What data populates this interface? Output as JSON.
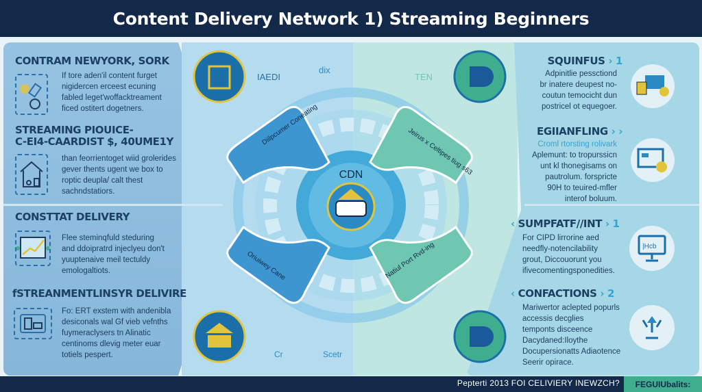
{
  "title": "Content Delivery Network 1) Streaming Beginners",
  "left": [
    {
      "heading": "CONTRAM NEWYORK, SORK",
      "body": [
        "If tore aden'il content furget",
        "nigidercen erceest ecuning",
        "fabled leget'woffacktreament",
        "ficed ostitert dogetners."
      ],
      "icon": "folder-icon"
    },
    {
      "heading": "STREAMING PIOUICE-",
      "heading2": "C-EI4-CAARDIST $, 40UME1Y",
      "body": [
        "than feorrientoget wiid grolerides",
        "gever thents ugent we box to",
        "roptic deupla/ calt thest",
        "sachndstatiors."
      ],
      "icon": "house-icon"
    },
    {
      "heading": "CONSTTAT DELIVERY",
      "body": [
        "Flee steminqfuld steduring",
        "and ddoipratrd injeclyeu don't",
        "yuuptenaive meil tectuldy",
        "emologaltiots."
      ],
      "icon": "chart-icon"
    },
    {
      "heading": "fSTREANMENTLINSYR DELIVIRE",
      "body": [
        "Fo: ERT exstem with andenibla",
        "desiconals wal Gf vieb vefnths",
        "fuymeraclysers tn Alinatic",
        "centinoms dlevig meter euar",
        "totiels pespert."
      ],
      "icon": "browser-icon"
    }
  ],
  "right": [
    {
      "heading": "SQUINFUS",
      "tag": "› 1",
      "body": [
        "Adpinitlie pessctiond",
        "br inatere deupest no-",
        "coutun temocicht dun",
        "postricel ot equegoer."
      ],
      "icon": "devices-icon"
    },
    {
      "heading": "EGIIANFLING",
      "tag": "› ›",
      "body": [
        "Croml rtorsting rolivark",
        "Aplemunt: to tropurssicn",
        "unt kl thonegisams on",
        "pautrolum. forsprictе",
        "90H to teuired-mfler",
        "interof boluum."
      ],
      "icon": "dashboard-icon"
    },
    {
      "heading": "SUMPFATF//INT",
      "tag": "› 1",
      "body": [
        "For CIPD lirrorine aed",
        "needfly-notencilability",
        "grout, Diccouorunt you",
        "ifivecomentingsponedities."
      ],
      "icon": "monitor-icon",
      "screen": "|Hcb"
    },
    {
      "heading": "CONFACTIONS",
      "tag": "› 2",
      "body": [
        "Mariwertor aclepted popurls",
        "accessis decglies",
        "temponts disceence",
        "Dacydaned:Iloythe",
        "Docupersionatts Adiaotence",
        "Seerir opirace."
      ],
      "icon": "network-icon"
    }
  ],
  "center": {
    "hub": "CDN",
    "top_left_label": "IAEDI",
    "top_right_label": "TEN",
    "top_mid": "dix",
    "bottom_label_a": "Cr",
    "bottom_label_b": "Scetr",
    "petals": [
      "Diilpcumer Coneating",
      "Jeirus x Celtipes tiug s63",
      "Oriuiwey Cane",
      "Natiul Port Rvd-ing"
    ]
  },
  "footer": {
    "text": "Pepterti 2013 FOI CELIVIERY INEWZCH?",
    "badge": "FEGUIUbalits:"
  },
  "colors": {
    "navy": "#12294a",
    "blue": "#2a8bc4",
    "teal": "#3fae8e",
    "gold": "#e2c43a"
  }
}
